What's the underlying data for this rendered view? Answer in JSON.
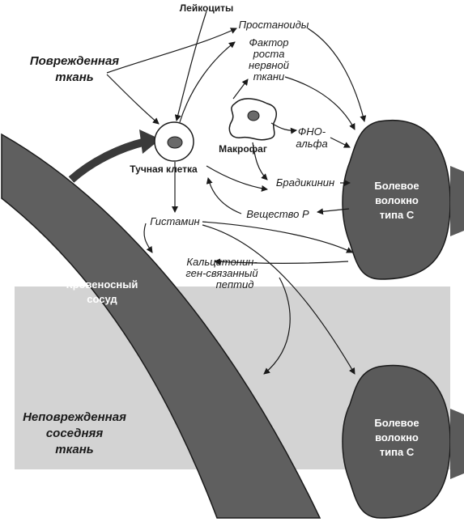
{
  "labels": {
    "leukocytes": "Лейкоциты",
    "damaged_tissue_1": "Поврежденная",
    "damaged_tissue_2": "ткань",
    "prostanoids": "Простаноиды",
    "ngf_1": "Фактор",
    "ngf_2": "роста",
    "ngf_3": "нервной",
    "ngf_4": "ткани",
    "macrophage": "Макрофаг",
    "tnf_1": "ФНО-",
    "tnf_2": "альфа",
    "mast_cell": "Тучная клетка",
    "bradykinin": "Брадикинин",
    "substance_p": "Вещество Р",
    "histamine": "Гистамин",
    "cgrp_1": "Кальцитонин-",
    "cgrp_2": "ген-связанный",
    "cgrp_3": "пептид",
    "blood_vessel_1": "Кровеносный",
    "blood_vessel_2": "сосуд",
    "undamaged_1": "Неповрежденная",
    "undamaged_2": "соседняя",
    "undamaged_3": "ткань",
    "fiber_top_1": "Болевое",
    "fiber_top_2": "волокно",
    "fiber_top_3": "типа С",
    "fiber_bottom_1": "Болевое",
    "fiber_bottom_2": "волокно",
    "fiber_bottom_3": "типа С"
  },
  "colors": {
    "fiber": "#5a5a5a",
    "vessel": "#5f5f5f",
    "undamaged_region": "#d3d3d3",
    "ink": "#1a1a1a"
  }
}
